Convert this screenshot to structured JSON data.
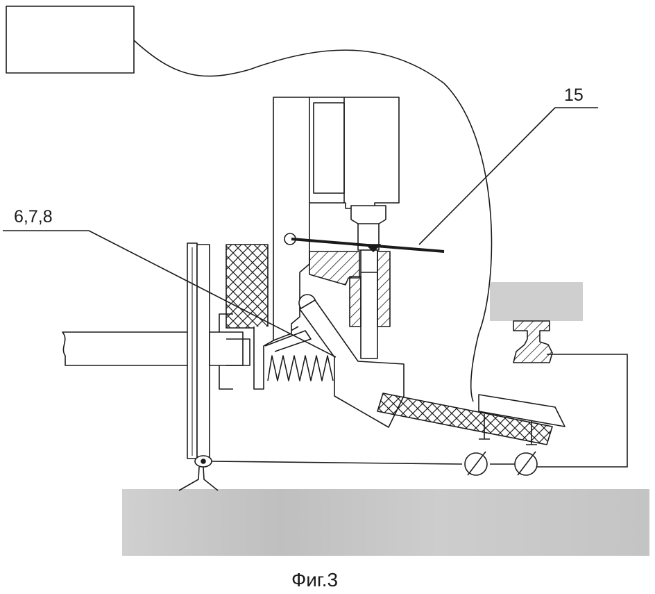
{
  "labels": {
    "ref_6_7_8": "6,7,8",
    "ref_15": "15"
  },
  "caption": "Фиг.3",
  "colors": {
    "line": "#1a1a1a",
    "ground": "#c8c8c8",
    "block": "#cfcfcf"
  }
}
